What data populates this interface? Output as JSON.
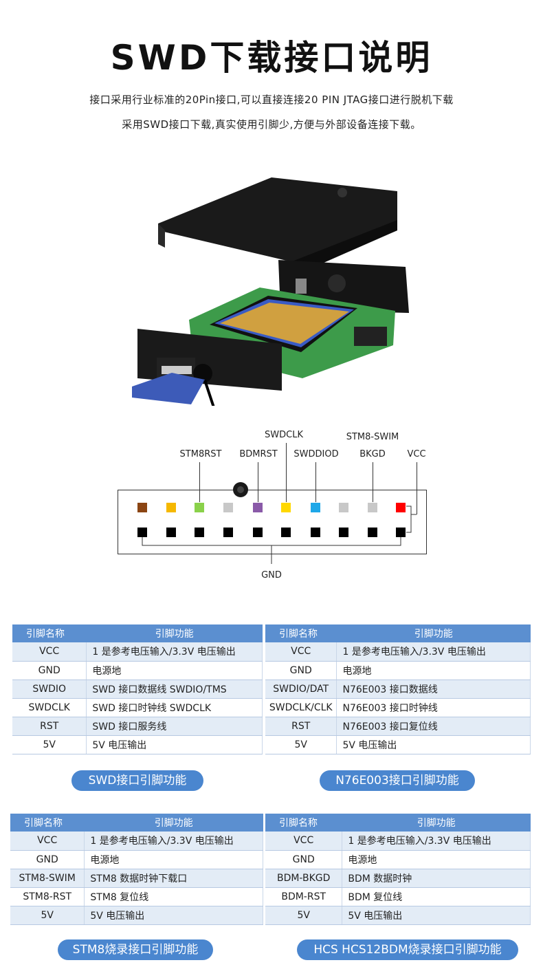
{
  "title": "SWD下载接口说明",
  "description": [
    "接口采用行业标准的20Pin接口,可以直接连接20 PIN JTAG接口进行脱机下载",
    "采用SWD接口下载,真实使用引脚少,方便与外部设备连接下载。"
  ],
  "pinout": {
    "top_row_colors": [
      "#8b4513",
      "#f5b800",
      "#8ad14a",
      "#c8c8c8",
      "#8a5aa8",
      "#ffd800",
      "#1ea7e8",
      "#c8c8c8",
      "#c8c8c8",
      "#ff0000"
    ],
    "bottom_row_color": "#000000",
    "labels": {
      "stm8rst": "STM8RST",
      "bdmrst": "BDMRST",
      "swdclk": "SWDCLK",
      "swddiod": "SWDDIOD",
      "stm8swim": "STM8-SWIM",
      "bkgd": "BKGD",
      "vcc": "VCC",
      "gnd": "GND"
    }
  },
  "tables": [
    {
      "header": [
        "引脚名称",
        "引脚功能"
      ],
      "rows": [
        [
          "VCC",
          "1 是参考电压输入/3.3V 电压输出"
        ],
        [
          "GND",
          "电源地"
        ],
        [
          "SWDIO",
          "SWD 接口数据线 SWDIO/TMS"
        ],
        [
          "SWDCLK",
          "SWD 接口时钟线 SWDCLK"
        ],
        [
          "RST",
          "SWD 接口服务线"
        ],
        [
          "5V",
          "5V 电压输出"
        ]
      ],
      "caption": "SWD接口引脚功能"
    },
    {
      "header": [
        "引脚名称",
        "引脚功能"
      ],
      "rows": [
        [
          "VCC",
          "1 是参考电压输入/3.3V 电压输出"
        ],
        [
          "GND",
          "电源地"
        ],
        [
          "SWDIO/DAT",
          "N76E003 接口数据线"
        ],
        [
          "SWDCLK/CLK",
          "N76E003 接口时钟线"
        ],
        [
          "RST",
          "N76E003  接口复位线"
        ],
        [
          "5V",
          "5V 电压输出"
        ]
      ],
      "caption": "N76E003接口引脚功能"
    },
    {
      "header": [
        "引脚名称",
        "引脚功能"
      ],
      "rows": [
        [
          "VCC",
          "1 是参考电压输入/3.3V 电压输出"
        ],
        [
          "GND",
          "电源地"
        ],
        [
          "STM8-SWIM",
          "STM8 数据时钟下载口"
        ],
        [
          "STM8-RST",
          "STM8 复位线"
        ],
        [
          "5V",
          "5V 电压输出"
        ]
      ],
      "caption": "STM8烧录接口引脚功能"
    },
    {
      "header": [
        "引脚名称",
        "引脚功能"
      ],
      "rows": [
        [
          "VCC",
          "1 是参考电压输入/3.3V 电压输出"
        ],
        [
          "GND",
          "电源地"
        ],
        [
          "BDM-BKGD",
          "BDM 数据时钟"
        ],
        [
          "BDM-RST",
          "BDM 复位线"
        ],
        [
          "5V",
          "5V 电压输出"
        ]
      ],
      "caption": "HCS HCS12BDM烧录接口引脚功能"
    }
  ]
}
